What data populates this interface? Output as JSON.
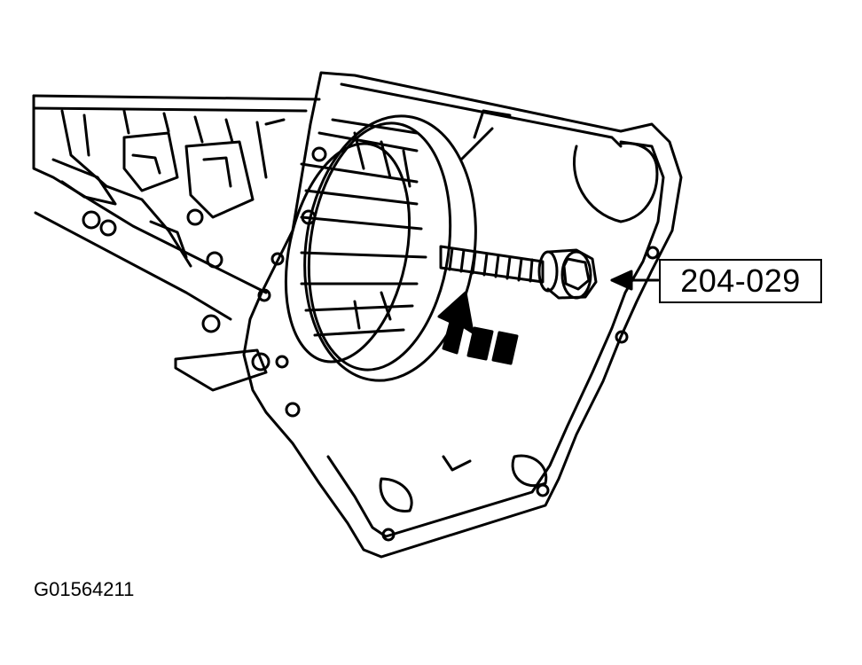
{
  "callout": {
    "tool_number": "204-029"
  },
  "figure": {
    "id": "G01564211"
  },
  "colors": {
    "line": "#000000",
    "background": "#ffffff"
  },
  "icons": [
    "transmission-case-illustration",
    "bolt-tool-illustration",
    "callout-arrow-icon",
    "direction-arrow-icon"
  ]
}
